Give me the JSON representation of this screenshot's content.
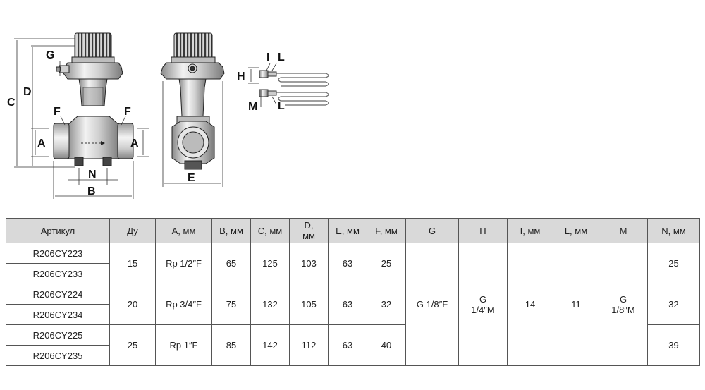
{
  "drawing": {
    "labels": {
      "C": "C",
      "D": "D",
      "G": "G",
      "F_left": "F",
      "F_right": "F",
      "A_left": "A",
      "A_right": "A",
      "N": "N",
      "B": "B",
      "E": "E",
      "H": "H",
      "I": "I",
      "L_top": "L",
      "L_bottom": "L",
      "M": "M"
    }
  },
  "table": {
    "headers": {
      "article": "Артикул",
      "du": "Ду",
      "a": "A, мм",
      "b": "B, мм",
      "c": "C, мм",
      "d_line1": "D,",
      "d_line2": "мм",
      "e": "E, мм",
      "f": "F, мм",
      "g": "G",
      "h": "H",
      "i": "I, мм",
      "l": "L, мм",
      "m": "M",
      "n": "N, мм"
    },
    "articles": [
      "R206CY223",
      "R206CY233",
      "R206CY224",
      "R206CY234",
      "R206CY225",
      "R206CY235"
    ],
    "groups": [
      {
        "du": "15",
        "a": "Rp 1/2″F",
        "b": "65",
        "c": "125",
        "d": "103",
        "e": "63",
        "f": "25",
        "n": "25"
      },
      {
        "du": "20",
        "a": "Rp 3/4″F",
        "b": "75",
        "c": "132",
        "d": "105",
        "e": "63",
        "f": "32",
        "n": "32"
      },
      {
        "du": "25",
        "a": "Rp 1″F",
        "b": "85",
        "c": "142",
        "d": "112",
        "e": "63",
        "f": "40",
        "n": "39"
      }
    ],
    "common": {
      "g": "G 1/8″F",
      "h_line1": "G",
      "h_line2": "1/4″M",
      "i": "14",
      "l": "11",
      "m_line1": "G",
      "m_line2": "1/8″M"
    }
  }
}
